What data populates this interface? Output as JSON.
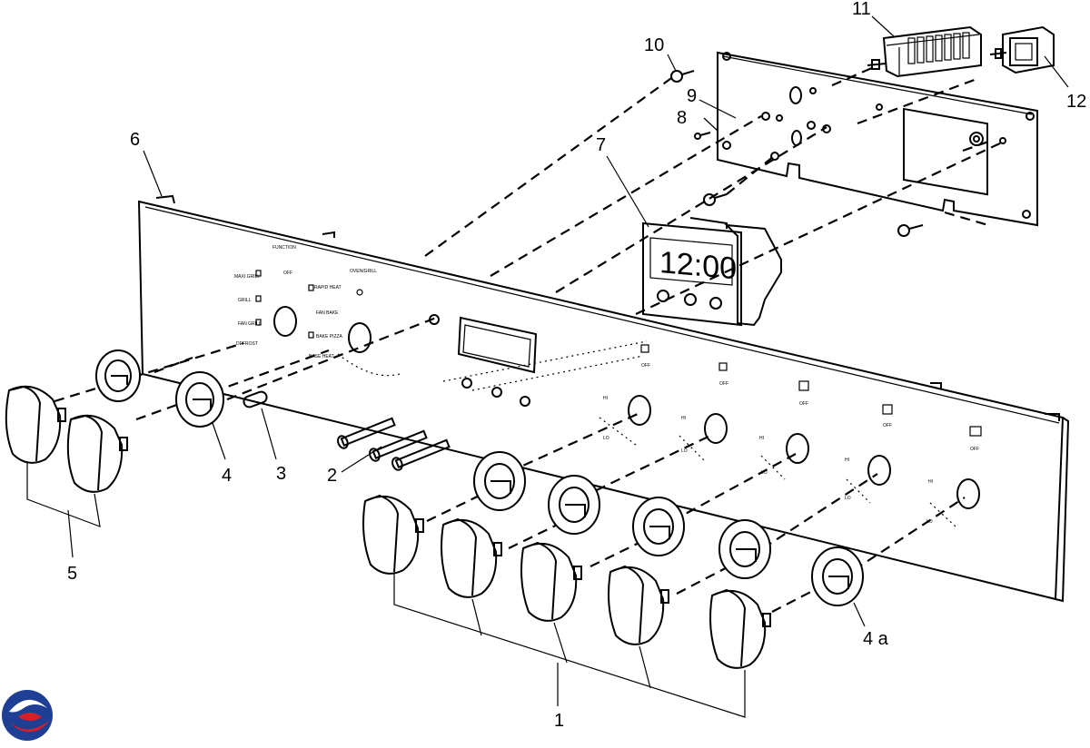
{
  "callouts": {
    "c1": "1",
    "c2": "2",
    "c3": "3",
    "c4": "4",
    "c4a": "4 a",
    "c5": "5",
    "c6": "6",
    "c7": "7",
    "c8": "8",
    "c9": "9",
    "c10": "10",
    "c11": "11",
    "c12": "12"
  },
  "timer": {
    "display": "12:00"
  },
  "panel": {
    "function_title": "FUNCTION",
    "oven_grill_title": "OVEN/GRILL",
    "off": "OFF",
    "maxi_grill": "MAXI GRILL",
    "grill": "GRILL",
    "fan_grill": "FAN GRILL",
    "defrost": "DEFROST",
    "rapid_heat": "RAPID HEAT",
    "fan_bake": "FAN BAKE",
    "bake_pizza": "BAKE PIZZA",
    "base_heat": "BASE HEAT",
    "hob_hi": "HI",
    "hob_lo": "LO"
  },
  "colors": {
    "line": "#000000",
    "logo_blue": "#1f3f95",
    "logo_red": "#d71f26"
  }
}
